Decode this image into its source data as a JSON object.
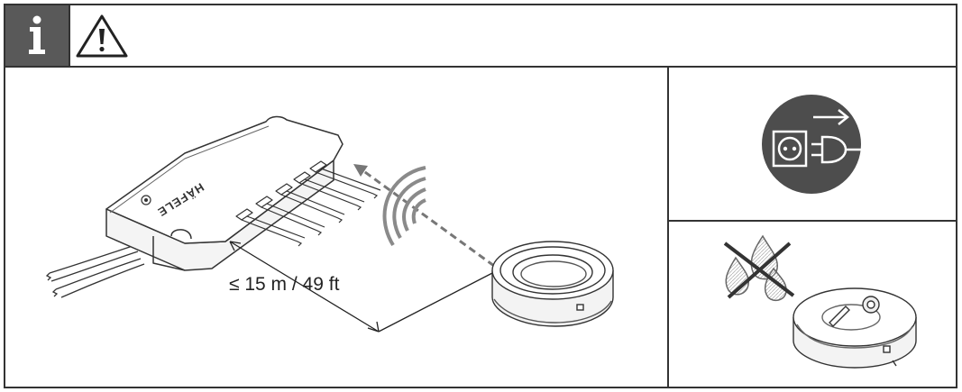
{
  "header": {
    "info_icon": "info-icon",
    "warning_icon": "warning-triangle-icon"
  },
  "main_panel": {
    "distance_label": "≤ 15 m / 49 ft",
    "brand_text": "HÄFELE",
    "receiver": "led-driver-receiver",
    "transmitter": "wireless-switch",
    "signal_icon": "wireless-signal-icon"
  },
  "side_panels": {
    "unplug_icon": "unplug-power-icon",
    "no_water_icon": "no-water-icon",
    "device": "wireless-switch"
  },
  "colors": {
    "header_dark": "#595959",
    "unplug_circle": "#4d4d4d",
    "border": "#333333"
  }
}
